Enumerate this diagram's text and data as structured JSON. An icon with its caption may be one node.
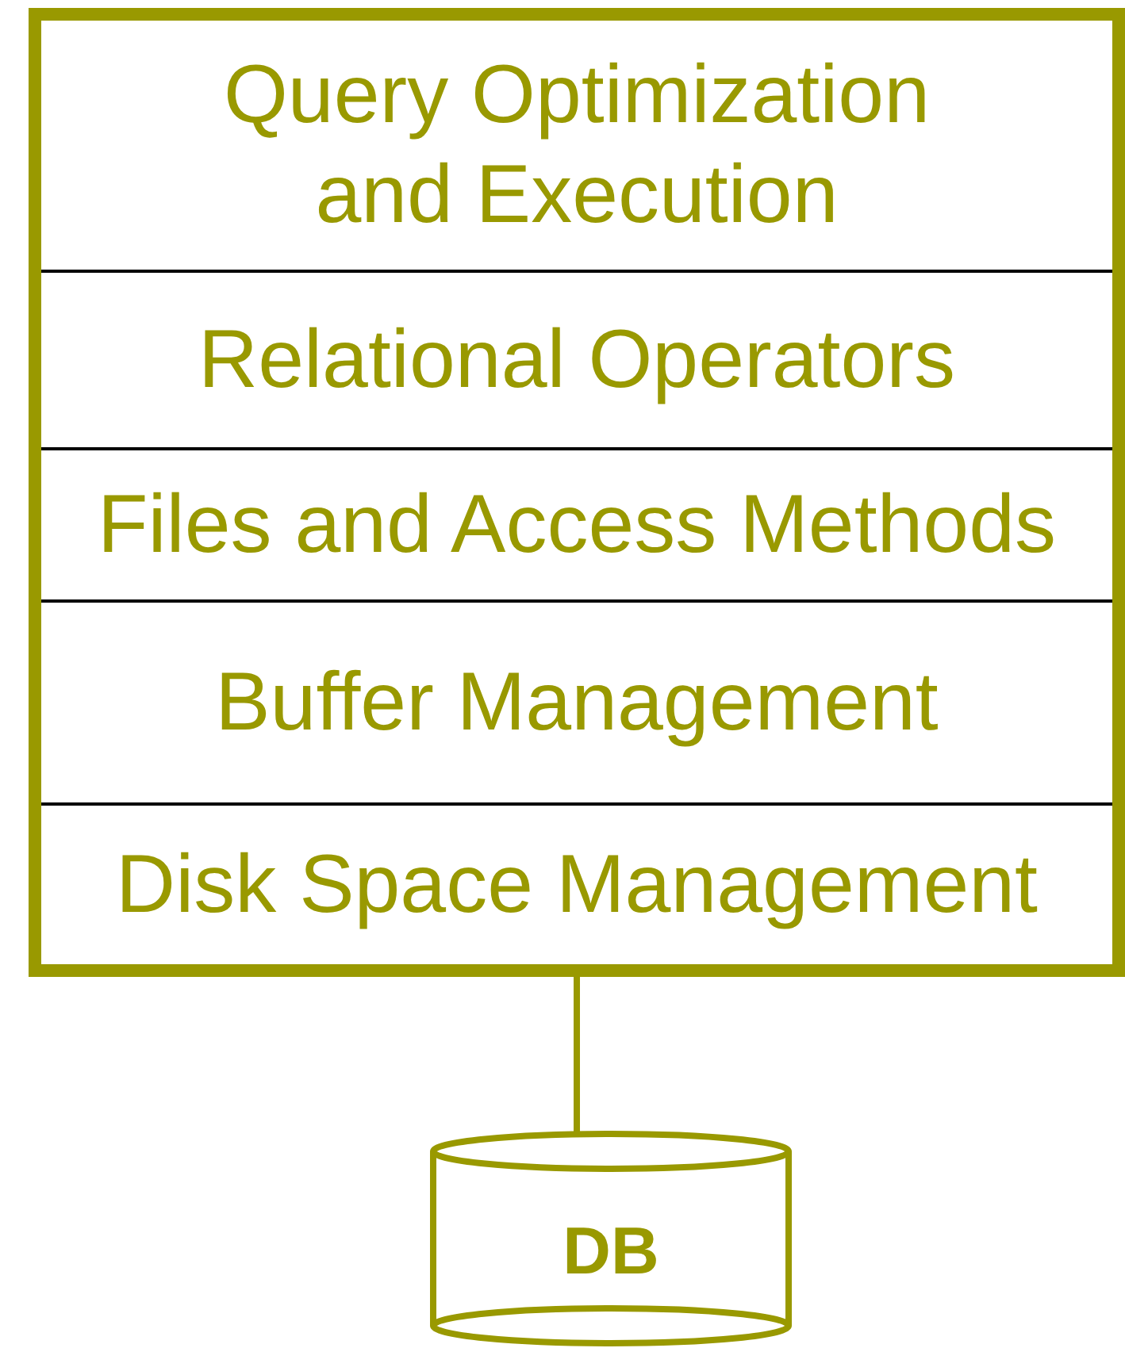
{
  "diagram": {
    "nodes": [
      {
        "text": [],
        "shape": "box"
      },
      {
        "text": [
          "Query Optimization and Execution"
        ],
        "in": 0
      },
      {
        "text": [
          "Relational Operators"
        ],
        "in": 0
      },
      {
        "text": [
          "Files and Access Methods"
        ],
        "in": 0
      },
      {
        "text": [
          "Buffer Management"
        ],
        "in": 0
      },
      {
        "text": [
          "Disk Space Management"
        ],
        "in": 0
      },
      {
        "text": [
          "DB"
        ]
      }
    ],
    "edges": [
      {
        "from": 0,
        "to": 6,
        "arrow": "none"
      }
    ]
  }
}
